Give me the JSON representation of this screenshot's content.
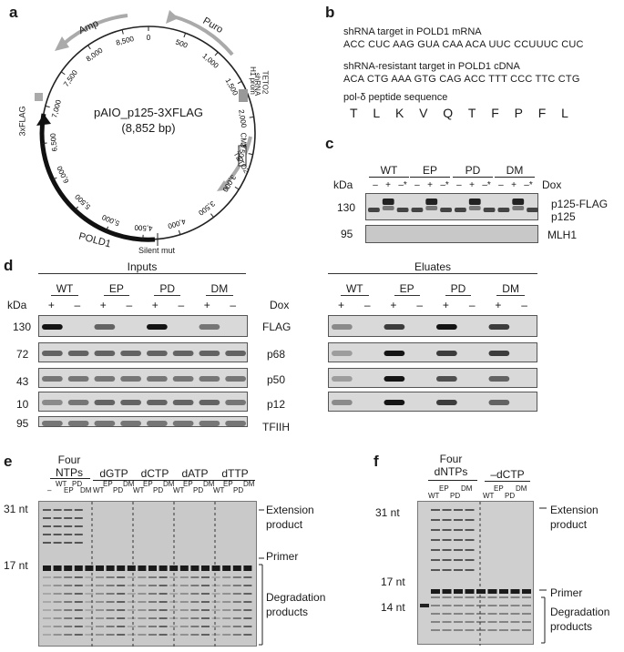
{
  "panel_a": {
    "label": "a",
    "plasmid_name": "pAIO_p125-3XFLAG",
    "plasmid_size": "(8,852 bp)",
    "ticks": [
      "0",
      "500",
      "1,000",
      "1,500",
      "2,000",
      "2,500",
      "3,000",
      "3,500",
      "4,000",
      "4,500",
      "5,000",
      "5,500",
      "6,000",
      "6,500",
      "7,000",
      "7,500",
      "8,000",
      "8,500"
    ],
    "features": {
      "amp": "Amp",
      "puro": "Puro",
      "h1_prom": "H1 prom",
      "shrna": "shRNA",
      "teto2_a": "TETO2",
      "cmv": "CMV",
      "teto2_b": "TETO2",
      "silent": "Silent mut",
      "pold1": "POLD1",
      "flag": "3xFLAG"
    }
  },
  "panel_b": {
    "label": "b",
    "line1": "shRNA target in POLD1 mRNA",
    "seq1": "ACC CUC AAG GUA CAA ACA UUC CCUUUC CUC",
    "line2": "shRNA-resistant target in POLD1 cDNA",
    "seq2": "ACA CTG AAA GTG CAG ACC TTT CCC TTC CTG",
    "line3": "pol-δ peptide sequence",
    "peptide": [
      "T",
      "L",
      "K",
      "V",
      "Q",
      "T",
      "F",
      "P",
      "F",
      "L"
    ]
  },
  "panel_c": {
    "label": "c",
    "kda": "kDa",
    "groups": [
      "WT",
      "EP",
      "PD",
      "DM"
    ],
    "dox_label": "Dox",
    "dox_marks": [
      "–",
      "+",
      "–*",
      "–",
      "+",
      "–*",
      "–",
      "+",
      "–*",
      "–",
      "+",
      "–*"
    ],
    "mw": [
      "130",
      "95"
    ],
    "bands": [
      "p125-FLAG",
      "p125",
      "MLH1"
    ]
  },
  "panel_d": {
    "label": "d",
    "inputs_title": "Inputs",
    "eluates_title": "Eluates",
    "kda": "kDa",
    "groups": [
      "WT",
      "EP",
      "PD",
      "DM"
    ],
    "dox_label": "Dox",
    "dox_marks": [
      "+",
      "–",
      "+",
      "–",
      "+",
      "–",
      "+",
      "–"
    ],
    "mw": [
      "130",
      "72",
      "43",
      "10",
      "95"
    ],
    "rows": [
      "FLAG",
      "p68",
      "p50",
      "p12",
      "TFIIH"
    ]
  },
  "panel_e": {
    "label": "e",
    "headers": [
      "Four NTPs",
      "dGTP",
      "dCTP",
      "dATP",
      "dTTP"
    ],
    "sublanes": [
      "–",
      "WT",
      "EP",
      "PD",
      "DM"
    ],
    "markers": [
      "31 nt",
      "17 nt"
    ],
    "annotations": [
      "Extension product",
      "Primer",
      "Degradation products"
    ]
  },
  "panel_f": {
    "label": "f",
    "headers": [
      "Four dNTPs",
      "–dCTP"
    ],
    "sublanes": [
      "WT",
      "EP",
      "PD",
      "DM"
    ],
    "markers": [
      "31 nt",
      "17 nt",
      "14 nt"
    ],
    "annotations": [
      "Extension product",
      "Primer",
      "Degradation products"
    ]
  }
}
